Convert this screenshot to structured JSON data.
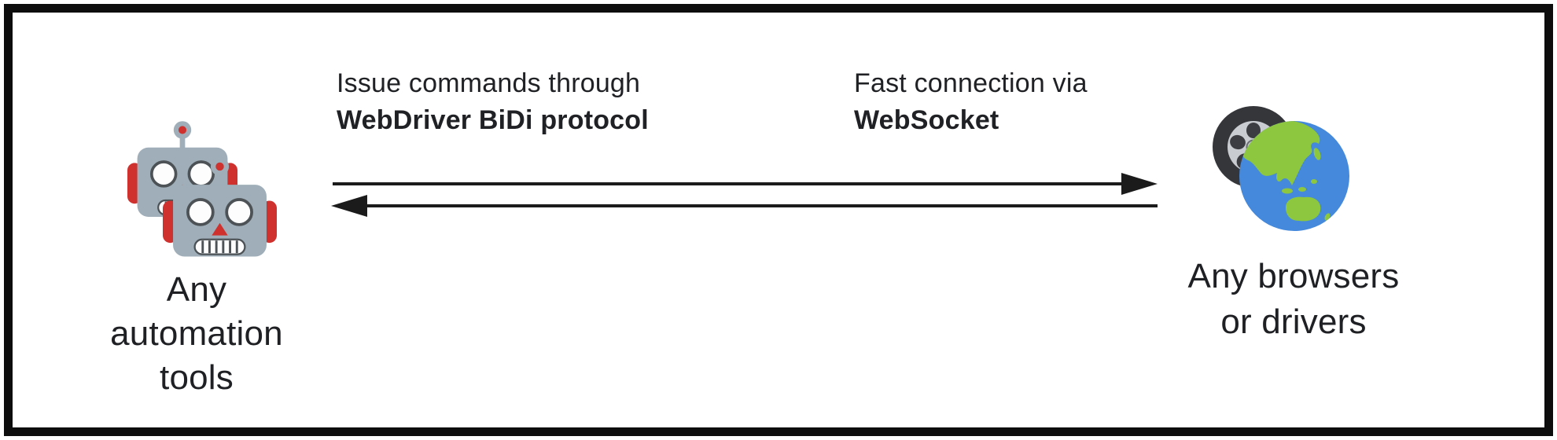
{
  "caption_left": {
    "regular": "Issue commands through",
    "bold": "WebDriver BiDi protocol"
  },
  "caption_right": {
    "regular": "Fast connection via",
    "bold": "WebSocket"
  },
  "left_node": {
    "icon": "robots-icon",
    "line1": "Any",
    "line2": "automation",
    "line3": "tools"
  },
  "right_node": {
    "icon": "globe-with-tire-icon",
    "line1": "Any browsers",
    "line2": "or drivers"
  },
  "colors": {
    "border": "#0d0d0d",
    "text": "#202124",
    "arrow": "#1b1b1b",
    "robot_gray": "#9FAEB8",
    "robot_red": "#CE312E",
    "robot_outline": "#4c5256",
    "tire_dark": "#35363A",
    "rim_silver": "#C9CDD2",
    "ocean_blue": "#4489DB",
    "land_green": "#8DC63F"
  }
}
